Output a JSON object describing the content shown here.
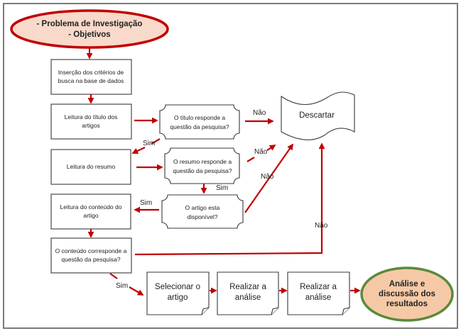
{
  "diagram": {
    "colors": {
      "arrow": "#c00000",
      "start_fill": "#f8d9ca",
      "start_border": "#c00000",
      "end_fill": "#f6c9a6",
      "end_border": "#5a8a3a",
      "box_border": "#3a3a3a",
      "frame": "#7a7a7a"
    },
    "start": {
      "line1": "- Problema de Investigação",
      "line2": "- Objetivos"
    },
    "steps": [
      {
        "line1": "Inserção dos critérios de",
        "line2": "busca na base de dados"
      },
      {
        "line1": "Leitura do título dos",
        "line2": "artigos"
      },
      {
        "line1": "Leitura do resumo",
        "line2": ""
      },
      {
        "line1": "Leitura do conteúdo do",
        "line2": "artigo"
      },
      {
        "line1": "O conteúdo corresponde a",
        "line2": "questão da pesquisa?"
      }
    ],
    "decisions": [
      {
        "line1": "O título responde a",
        "line2": "questão da pesquisa?"
      },
      {
        "line1": "O resumo responde a",
        "line2": "questão da pesquisa?"
      },
      {
        "line1": "O artigo esta",
        "line2": "disponível?"
      }
    ],
    "discard": {
      "label": "Descartar"
    },
    "process": [
      {
        "line1": "Selecionar o",
        "line2": "artigo"
      },
      {
        "line1": "Realizar a",
        "line2": "análise"
      },
      {
        "line1": "Realizar a",
        "line2": "análise"
      }
    ],
    "end": {
      "line1": "Análise e",
      "line2": "discussão dos",
      "line3": "resultados"
    },
    "edge_labels": {
      "yes": "Sim",
      "no": "Não"
    }
  }
}
